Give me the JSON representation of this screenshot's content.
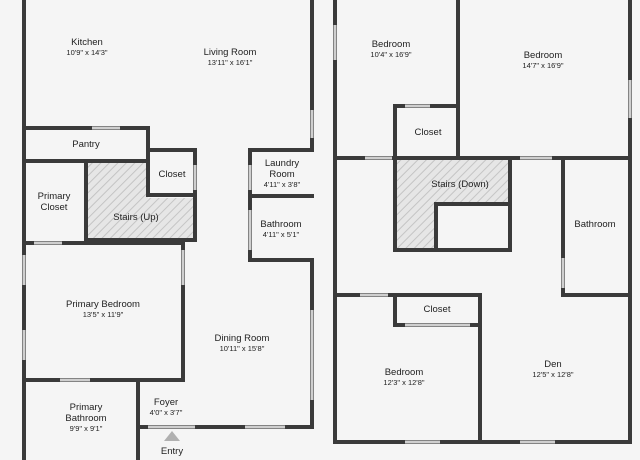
{
  "floor_plan": {
    "first_floor": {
      "rooms": [
        {
          "id": "kitchen",
          "name": "Kitchen",
          "dims": "10'9\" x 14'3\""
        },
        {
          "id": "living-room",
          "name": "Living Room",
          "dims": "13'11\" x 16'1\""
        },
        {
          "id": "pantry",
          "name": "Pantry",
          "dims": ""
        },
        {
          "id": "closet-main",
          "name": "Closet",
          "dims": ""
        },
        {
          "id": "laundry-room",
          "name": "Laundry\nRoom",
          "dims": "4'11\" x 3'8\""
        },
        {
          "id": "primary-closet",
          "name": "Primary\nCloset",
          "dims": ""
        },
        {
          "id": "stairs-up",
          "name": "Stairs (Up)",
          "dims": ""
        },
        {
          "id": "bathroom-main",
          "name": "Bathroom",
          "dims": "4'11\" x 5'1\""
        },
        {
          "id": "primary-bedroom",
          "name": "Primary Bedroom",
          "dims": "13'5\" x 11'9\""
        },
        {
          "id": "dining-room",
          "name": "Dining Room",
          "dims": "10'11\" x 15'8\""
        },
        {
          "id": "foyer",
          "name": "Foyer",
          "dims": "4'0\" x 3'7\""
        },
        {
          "id": "primary-bathroom",
          "name": "Primary\nBathroom",
          "dims": "9'9\" x 9'1\""
        },
        {
          "id": "entry",
          "name": "Entry",
          "dims": ""
        }
      ]
    },
    "second_floor": {
      "rooms": [
        {
          "id": "bedroom-1",
          "name": "Bedroom",
          "dims": "10'4\" x 16'9\""
        },
        {
          "id": "bedroom-2",
          "name": "Bedroom",
          "dims": "14'7\" x 16'9\""
        },
        {
          "id": "closet-upper",
          "name": "Closet",
          "dims": ""
        },
        {
          "id": "stairs-down",
          "name": "Stairs (Down)",
          "dims": ""
        },
        {
          "id": "bathroom-upper",
          "name": "Bathroom",
          "dims": ""
        },
        {
          "id": "closet-lower",
          "name": "Closet",
          "dims": ""
        },
        {
          "id": "bedroom-3",
          "name": "Bedroom",
          "dims": "12'3\" x 12'8\""
        },
        {
          "id": "den",
          "name": "Den",
          "dims": "12'5\" x 12'8\""
        }
      ]
    }
  },
  "colors": {
    "wall": "#3a3a3a",
    "background": "#f5f5f5",
    "stair_hatch": "#c4c4c4",
    "window": "#cfcfcf"
  }
}
